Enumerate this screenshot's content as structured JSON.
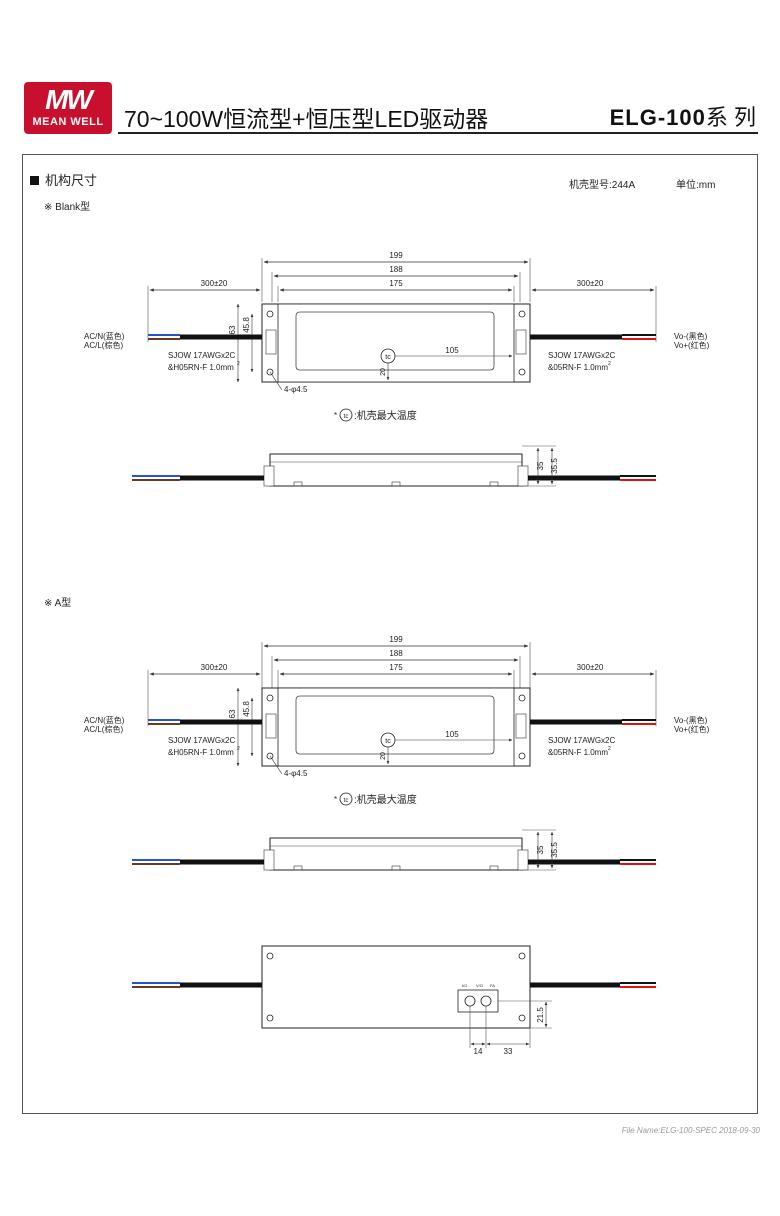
{
  "brand": {
    "logo_mark": "MW",
    "logo_name": "MEAN WELL",
    "logo_color": "#c8102e"
  },
  "header": {
    "title": "70~100W恒流型+恒压型LED驱动器",
    "model": "ELG-100",
    "series_suffix": "系 列"
  },
  "section": {
    "title": "机构尺寸",
    "case_no": "机壳型号:244A",
    "unit": "单位:mm"
  },
  "types": {
    "blank": "※ Blank型",
    "a": "※ A型"
  },
  "dims": {
    "overall": "199",
    "mount": "188",
    "body": "175",
    "cable_left": "300±20",
    "cable_right": "300±20",
    "height": "63",
    "hole_span": "45.8",
    "tc_pos": "105",
    "tc_offset": "20",
    "holes": "4-φ4.5",
    "side_h1": "35",
    "side_h2": "35.5",
    "adj_w1": "14",
    "adj_w2": "33",
    "adj_h": "21.5"
  },
  "wires": {
    "acn": "AC/N(蓝色)",
    "acl": "AC/L(棕色)",
    "vo_neg": "Vo-(黑色)",
    "vo_pos": "Vo+(红色)",
    "cable_in_1": "SJOW 17AWGx2C",
    "cable_in_2": "&H05RN-F 1.0mm",
    "cable_out_1": "SJOW 17AWGx2C",
    "cable_out_2": "&05RN-F 1.0mm",
    "sq": "2"
  },
  "tc": {
    "symbol": "tc",
    "prefix": "*",
    "note": ":机壳最大温度"
  },
  "adj": {
    "io": "I/O",
    "vo": "V/O",
    "fa": "FA"
  },
  "footer": {
    "file": "File Name:ELG-100-SPEC   2018-09-30"
  },
  "colors": {
    "wire_blue": "#2255cc",
    "wire_brown": "#6b3a1a",
    "wire_red": "#d11",
    "cable": "#111"
  }
}
